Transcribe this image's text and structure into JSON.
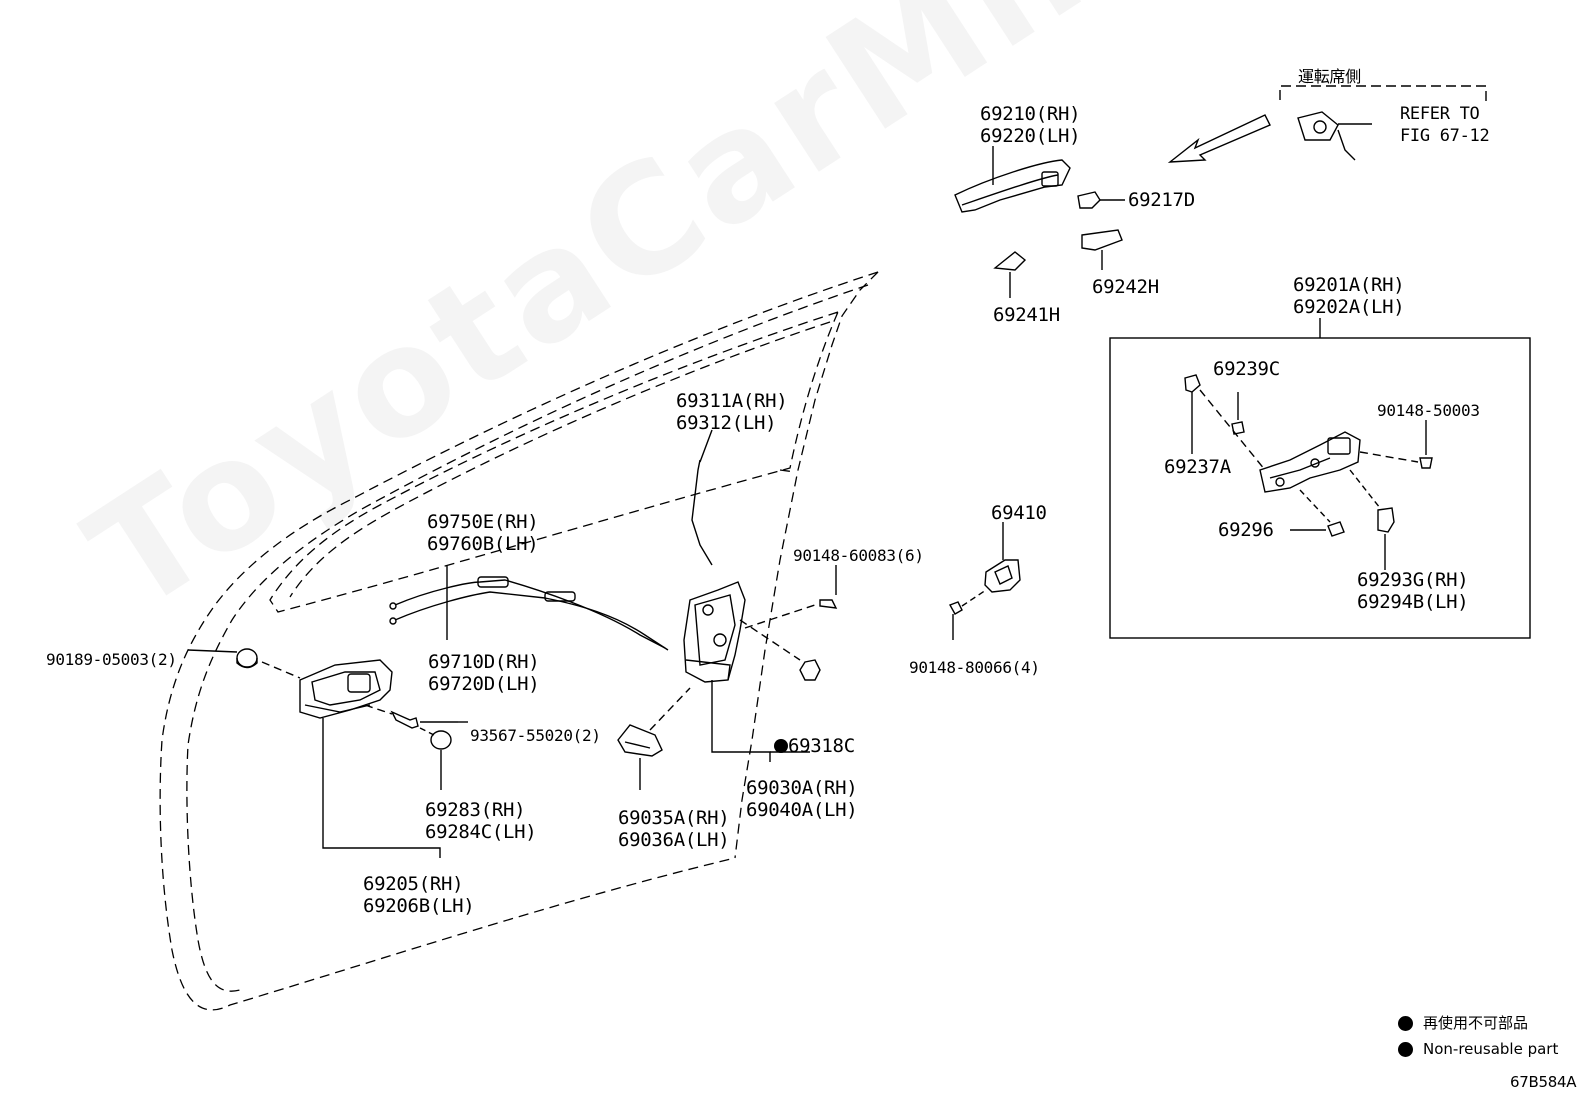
{
  "watermark": "ToyotaCarMine.ru",
  "figure_code": "67B584A",
  "legend": {
    "ja": "再使用不可部品",
    "en": "Non-reusable part"
  },
  "driver_side_label": "運転席側",
  "refer_to": {
    "line1": "REFER TO",
    "line2": "FIG 67-12"
  },
  "parts": {
    "p69210": {
      "line1": "69210(RH)",
      "line2": "69220(LH)"
    },
    "p69217D": "69217D",
    "p69242H": "69242H",
    "p69241H": "69241H",
    "p69201A": {
      "line1": "69201A(RH)",
      "line2": "69202A(LH)"
    },
    "p69239C": "69239C",
    "p90148_50003": "90148-50003",
    "p69237A": "69237A",
    "p69296": "69296",
    "p69293G": {
      "line1": "69293G(RH)",
      "line2": "69294B(LH)"
    },
    "p69311A": {
      "line1": "69311A(RH)",
      "line2": "69312(LH)"
    },
    "p69750E": {
      "line1": "69750E(RH)",
      "line2": "69760B(LH)"
    },
    "p90148_60083": "90148-60083(6)",
    "p69410": "69410",
    "p90148_80066": "90148-80066(4)",
    "p90189_05003": "90189-05003(2)",
    "p69710D": {
      "line1": "69710D(RH)",
      "line2": "69720D(LH)"
    },
    "p93567_55020": "93567-55020(2)",
    "p69318C": "69318C",
    "p69030A": {
      "line1": "69030A(RH)",
      "line2": "69040A(LH)"
    },
    "p69283": {
      "line1": "69283(RH)",
      "line2": "69284C(LH)"
    },
    "p69035A": {
      "line1": "69035A(RH)",
      "line2": "69036A(LH)"
    },
    "p69205": {
      "line1": "69205(RH)",
      "line2": "69206B(LH)"
    }
  }
}
